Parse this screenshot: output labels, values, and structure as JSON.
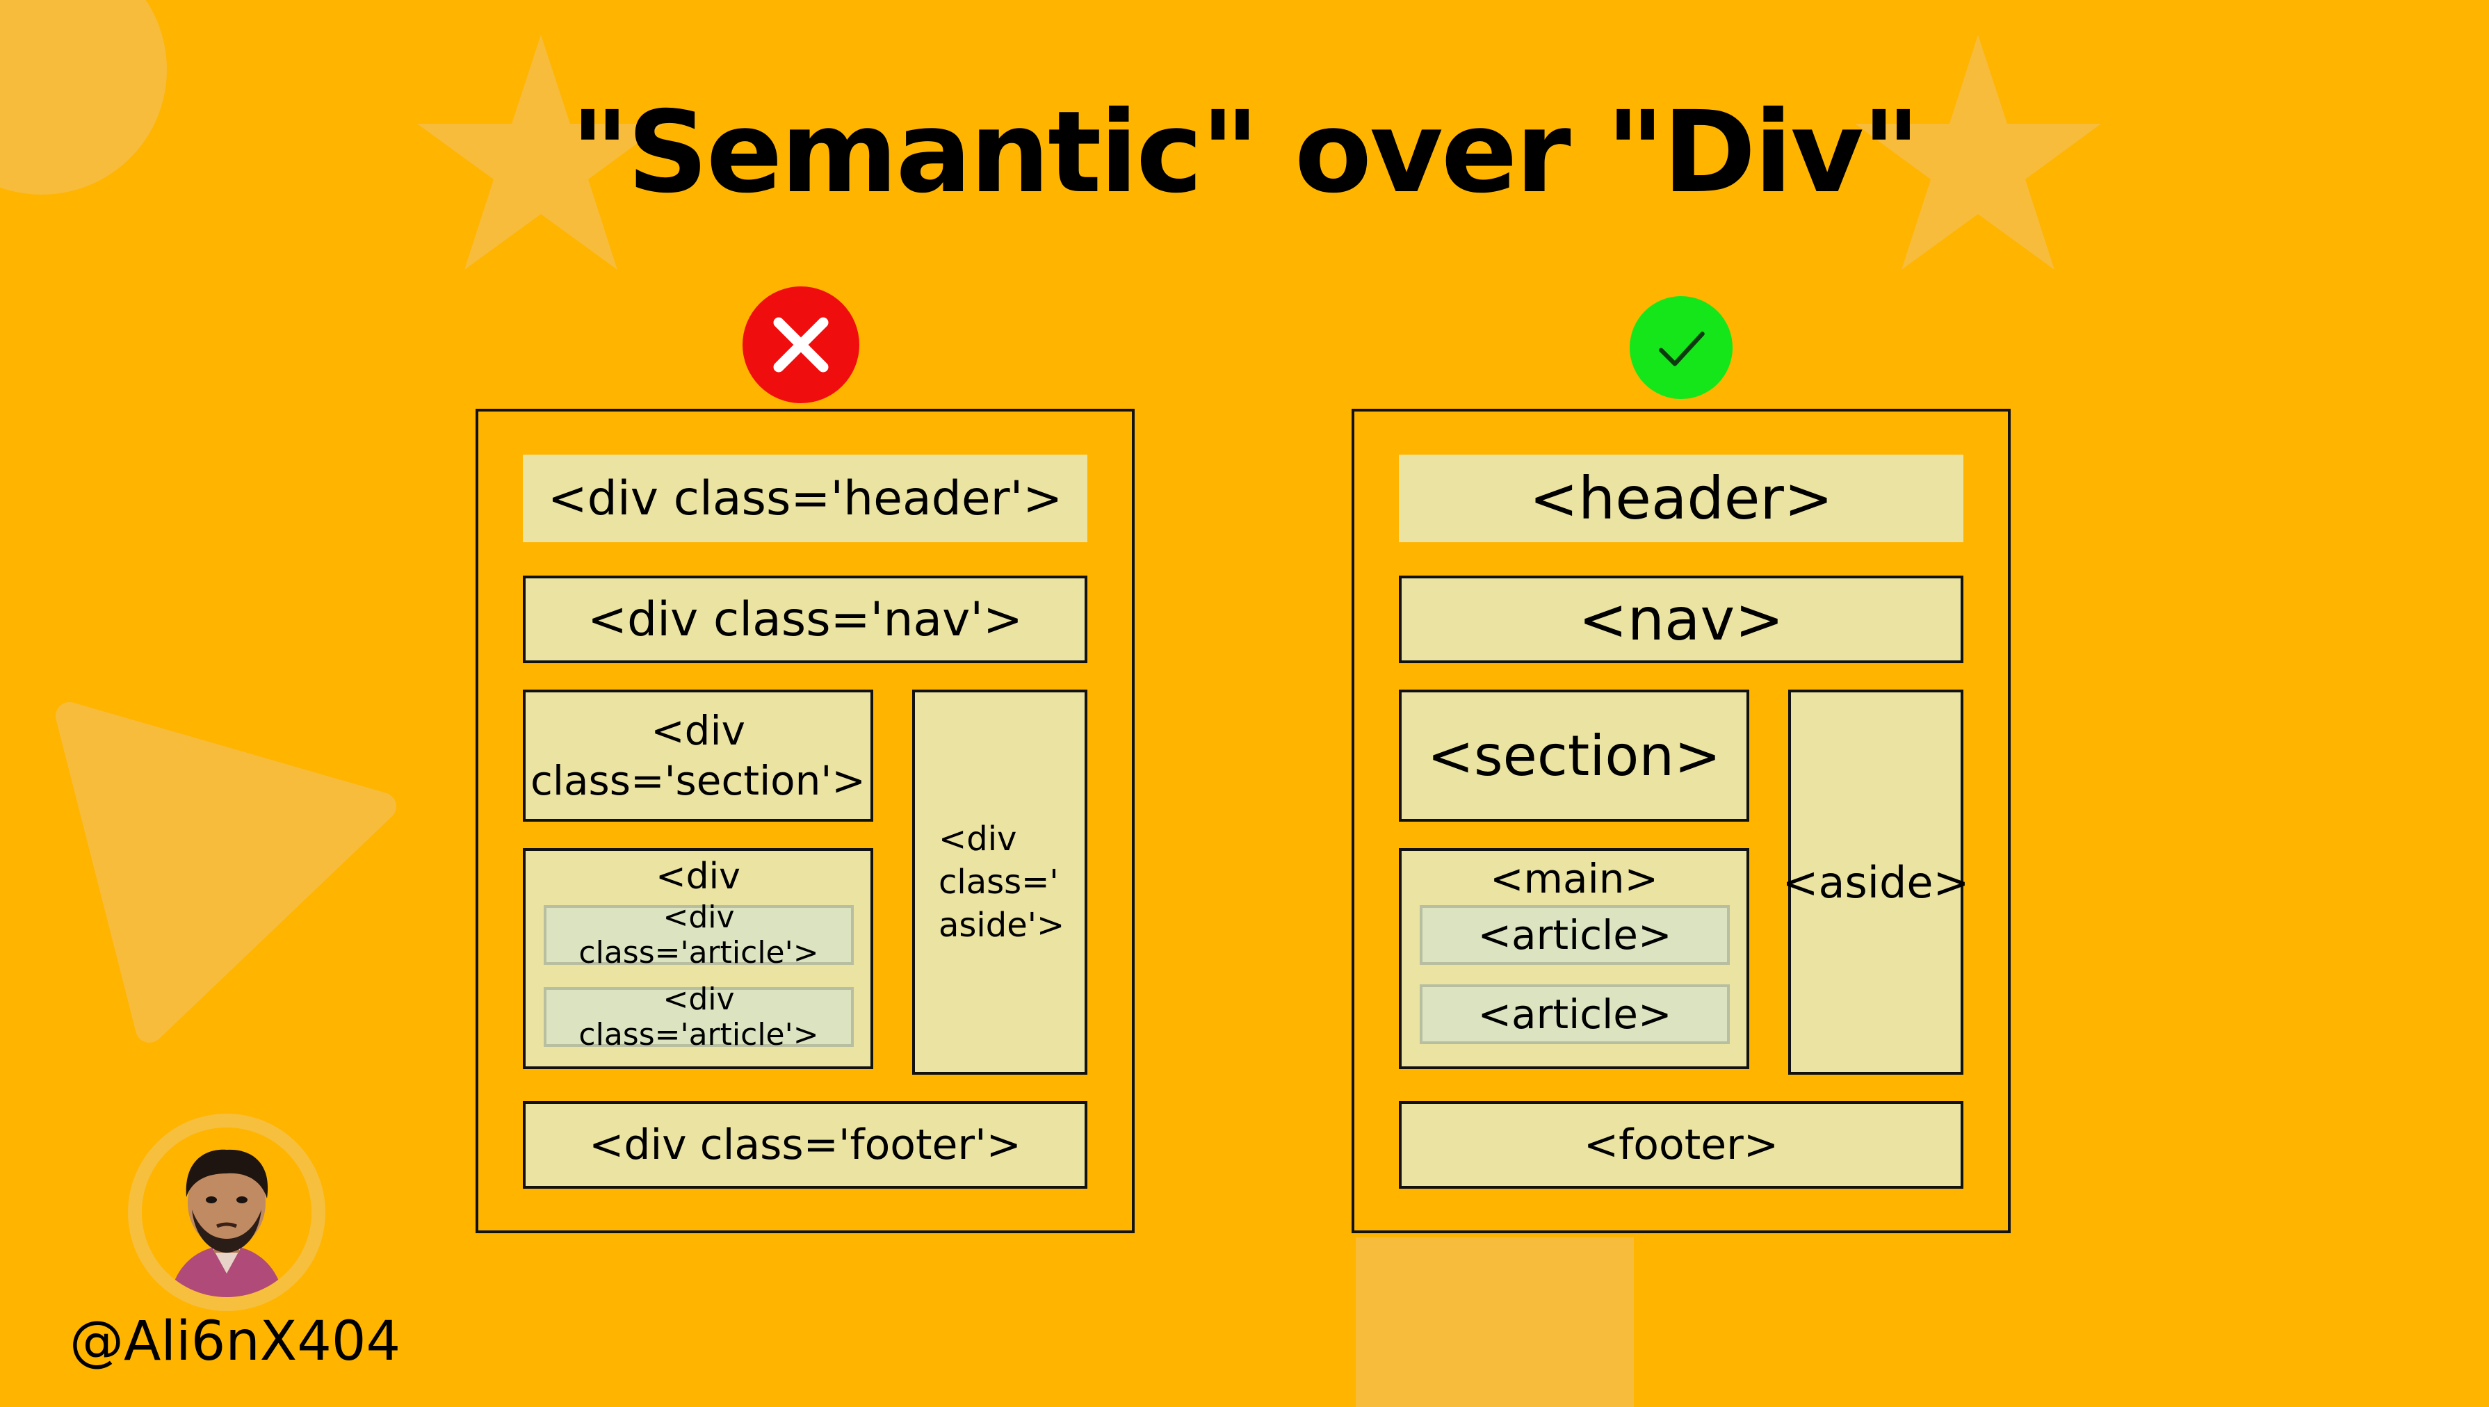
{
  "title": "\"Semantic\" over \"Div\"",
  "colors": {
    "background": "#FFB400",
    "box_fill": "#EAE3A2",
    "inner_fill": "#DCE3C0",
    "bad_badge": "#F00D0D",
    "good_badge": "#14E61A"
  },
  "bad": {
    "icon": "close-icon",
    "header": "<div class='header'>",
    "nav": "<div class='nav'>",
    "section_line1": "<div",
    "section_line2": "class='section'>",
    "main": "<div class='main'>",
    "article_1": "<div class='article'>",
    "article_2": "<div class='article'>",
    "aside_line1": "<div",
    "aside_line2": "class='",
    "aside_line3": "aside'>",
    "footer": "<div class='footer'>"
  },
  "good": {
    "icon": "check-icon",
    "header": "<header>",
    "nav": "<nav>",
    "section": "<section>",
    "main": "<main>",
    "article_1": "<article>",
    "article_2": "<article>",
    "aside": "<aside>",
    "footer": "<footer>"
  },
  "author": {
    "handle": "@Ali6nX404"
  }
}
